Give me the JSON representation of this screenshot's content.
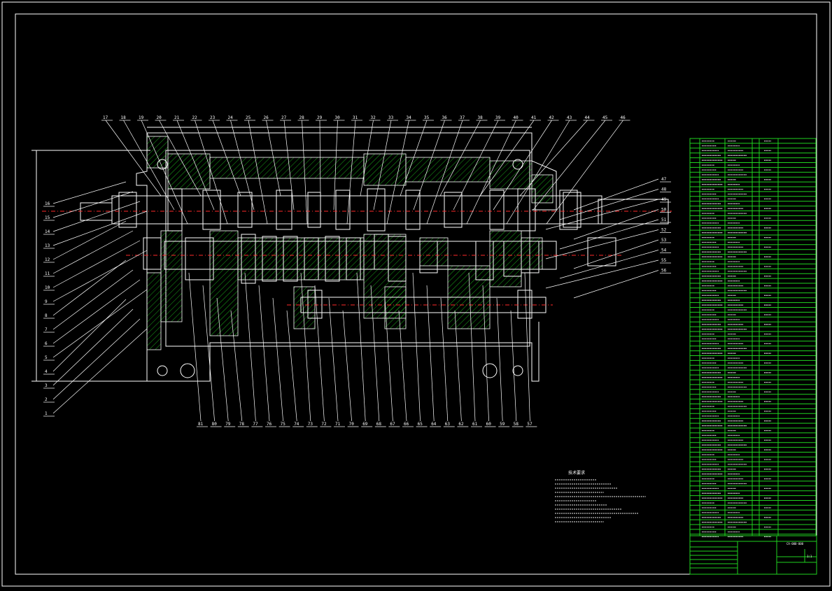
{
  "drawing": {
    "notes_title": "技术要求",
    "part_numbers_top": [
      "17",
      "18",
      "19",
      "20",
      "21",
      "22",
      "23",
      "24",
      "25",
      "26",
      "27",
      "28",
      "29",
      "30",
      "31",
      "32",
      "33",
      "34",
      "35",
      "36",
      "37",
      "38",
      "39",
      "40",
      "41",
      "42",
      "43",
      "44",
      "45",
      "46"
    ],
    "part_numbers_left": [
      "16",
      "15",
      "14",
      "13",
      "12",
      "11",
      "10",
      "9",
      "8",
      "7",
      "6",
      "5",
      "4",
      "3",
      "2",
      "1"
    ],
    "part_numbers_bottom": [
      "81",
      "80",
      "79",
      "78",
      "77",
      "76",
      "75",
      "74",
      "73",
      "72",
      "71",
      "70",
      "69",
      "68",
      "67",
      "66",
      "65",
      "64",
      "63",
      "62",
      "61",
      "60",
      "59",
      "58",
      "57"
    ],
    "part_numbers_right": [
      "47",
      "48",
      "49",
      "50",
      "51",
      "52",
      "53",
      "54",
      "55",
      "56"
    ]
  },
  "colors": {
    "background": "#000000",
    "outline": "#ffffff",
    "hatch": "#1fd21f",
    "centerline": "#ff2a2a",
    "table": "#1fd21f"
  },
  "title_block": {
    "drawing_number": "CA-000-000",
    "scale": "1:1"
  }
}
